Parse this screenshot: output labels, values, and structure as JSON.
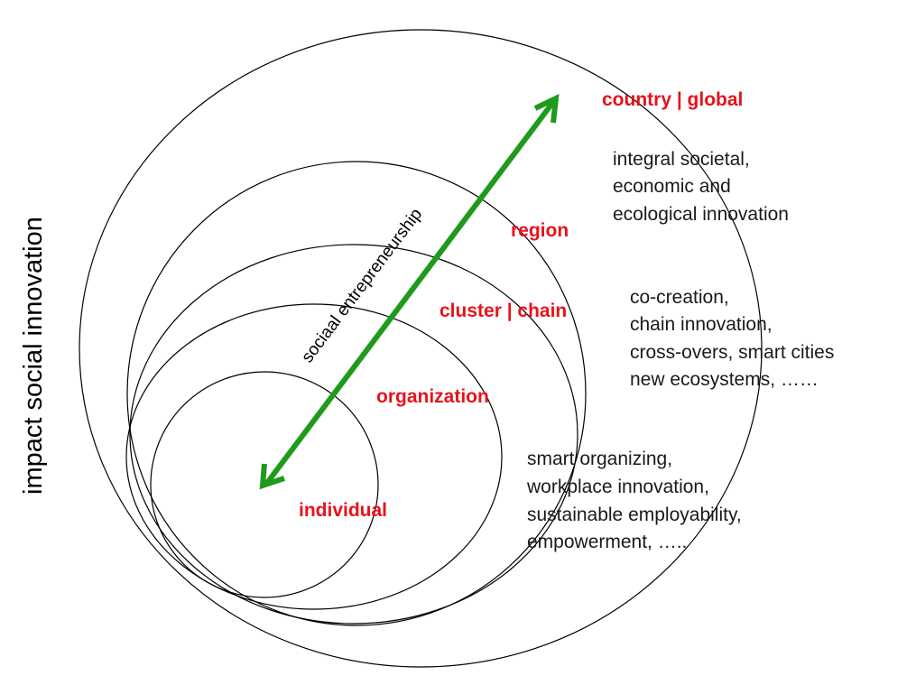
{
  "axis_title": "impact social innovation",
  "arrow": {
    "label": "sociaal entrepreneurship",
    "color": "#1f9a1b",
    "direction": "bidirectional"
  },
  "label_color": "#e8121b",
  "levels": {
    "country": "country | global",
    "region": "region",
    "cluster": "cluster | chain",
    "organization": "organization",
    "individual": "individual"
  },
  "descriptions": {
    "country": [
      "integral societal,",
      "economic and",
      "ecological innovation"
    ],
    "cluster": [
      "co-creation,",
      "chain innovation,",
      "cross-overs, smart cities",
      "new ecosystems, ……"
    ],
    "organization": [
      "smart organizing,",
      "workplace innovation,",
      "sustainable employability,",
      "empowerment, ….."
    ]
  }
}
